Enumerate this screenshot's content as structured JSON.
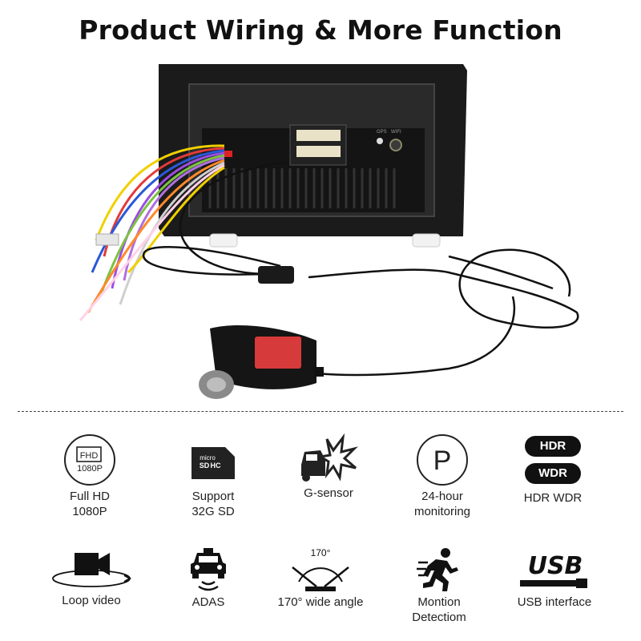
{
  "title": "Product Wiring & More Function",
  "product": {
    "port_labels": [
      "GPS",
      "WIFI"
    ]
  },
  "features_row1": [
    {
      "label": "Full HD\n1080P",
      "icon": "fhd-1080p-icon",
      "icon_text": [
        "FHD",
        "1080P"
      ]
    },
    {
      "label": "Support\n32G SD",
      "icon": "micro-sd-card-icon",
      "icon_text": [
        "micro",
        "SD",
        "HC"
      ]
    },
    {
      "label": "G-sensor",
      "icon": "car-crash-icon"
    },
    {
      "label": "24-hour\nmonitoring",
      "icon": "parking-p-icon",
      "icon_text": [
        "P"
      ]
    },
    {
      "label": "HDR WDR",
      "icon": "hdr-wdr-icon",
      "icon_text": [
        "HDR",
        "WDR"
      ]
    }
  ],
  "features_row2": [
    {
      "label": "Loop video",
      "icon": "loop-video-camera-icon"
    },
    {
      "label": "ADAS",
      "icon": "adas-car-icon"
    },
    {
      "label": "170° wide angle",
      "icon": "wide-angle-icon",
      "icon_text": [
        "170°"
      ]
    },
    {
      "label": "Montion\nDetectiom",
      "icon": "running-person-icon"
    },
    {
      "label": "USB interface",
      "icon": "usb-icon",
      "icon_text": [
        "USB"
      ]
    }
  ]
}
